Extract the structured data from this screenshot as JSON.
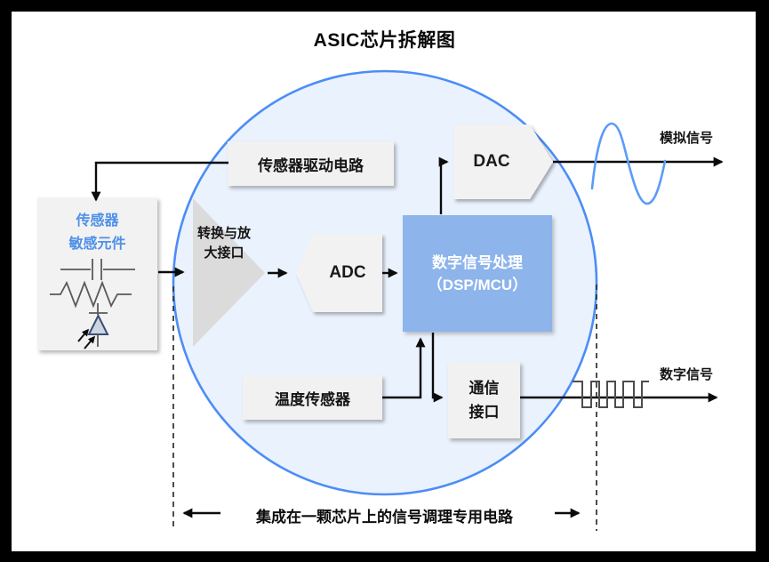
{
  "title": "ASIC芯片拆解图",
  "caption": "集成在一颗芯片上的信号调理专用电路",
  "nodes": {
    "sensor": {
      "line1": "传感器",
      "line2": "敏感元件",
      "symbols": [
        "capacitor-icon",
        "resistor-icon",
        "photodiode-icon"
      ]
    },
    "driver": {
      "label": "传感器驱动电路"
    },
    "amp": {
      "line1": "转换与放",
      "line2": "大接口"
    },
    "adc": {
      "label": "ADC"
    },
    "dsp": {
      "line1": "数字信号处理",
      "line2": "（DSP/MCU）"
    },
    "dac": {
      "label": "DAC"
    },
    "temp": {
      "label": "温度传感器"
    },
    "comm": {
      "line1": "通信",
      "line2": "接口"
    }
  },
  "signal_labels": {
    "analog": "模拟信号",
    "digital": "数字信号"
  },
  "colors": {
    "frame": "#000000",
    "canvas": "#FFFFFF",
    "chip_fill": "#EAF2FD",
    "chip_stroke": "#4C8DF6",
    "box_fill": "#F1F1F1",
    "amp_fill": "#DBDBDB",
    "dsp_fill": "#8DB4EB",
    "dsp_text": "#FFFFFF",
    "sensor_text": "#4E90E8",
    "connector": "#0B0B0B",
    "sine_wave": "#5B9CF6",
    "square_wave": "#4D4D4D"
  }
}
